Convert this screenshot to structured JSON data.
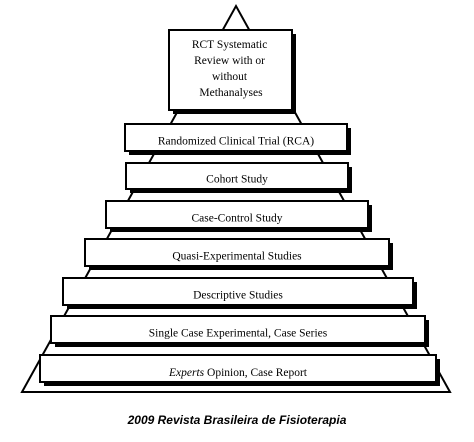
{
  "diagram": {
    "apex_lines": [
      "RCT Systematic",
      "Review with or",
      "without",
      "Methanalyses"
    ],
    "levels": [
      "Randomized Clinical Trial (RCA)",
      "Cohort Study",
      "Case-Control Study",
      "Quasi-Experimental Studies",
      "Descriptive Studies",
      "Single Case Experimental, Case Series"
    ],
    "base": {
      "italic_part": "Experts",
      "rest": " Opinion, Case Report"
    }
  },
  "caption": "2009 Revista Brasileira de Fisioterapia"
}
